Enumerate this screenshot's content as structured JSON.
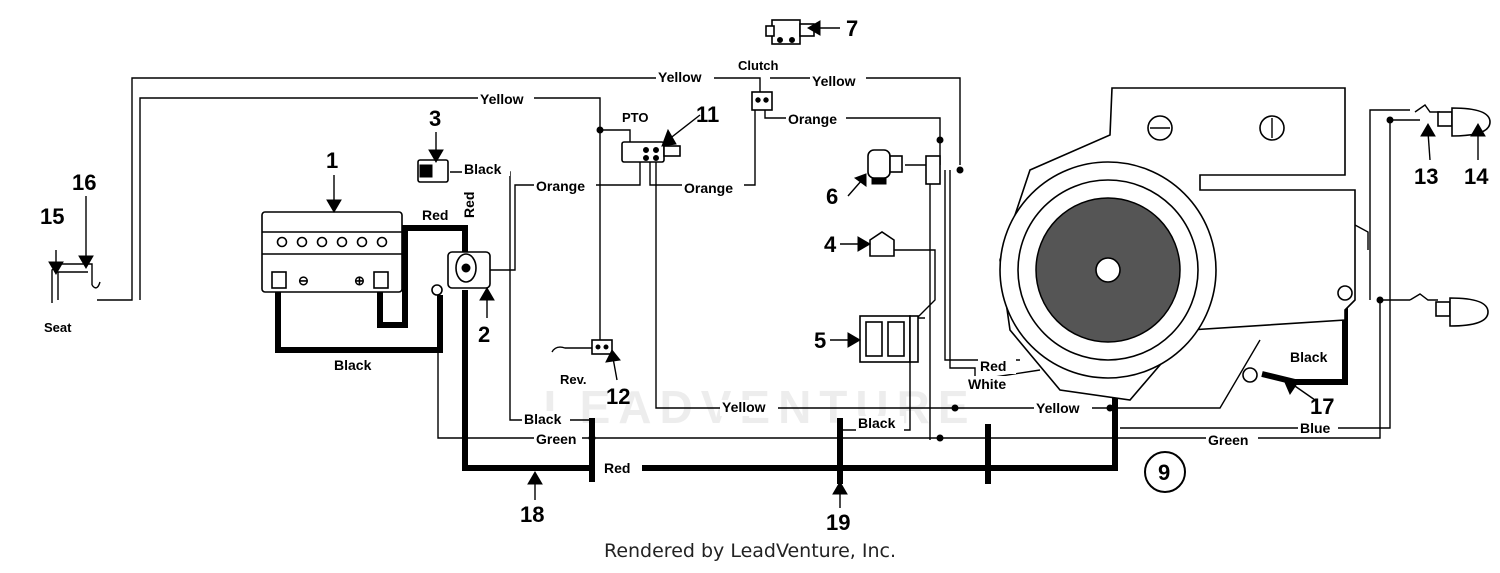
{
  "diagram": {
    "callouts": {
      "c1": "1",
      "c2": "2",
      "c3": "3",
      "c4": "4",
      "c5": "5",
      "c6": "6",
      "c7": "7",
      "c9": "9",
      "c11": "11",
      "c12": "12",
      "c13": "13",
      "c14": "14",
      "c15": "15",
      "c16": "16",
      "c17": "17",
      "c18": "18",
      "c19": "19"
    },
    "component_labels": {
      "seat": "Seat",
      "clutch": "Clutch",
      "pto": "PTO",
      "rev": "Rev."
    },
    "wire_labels": {
      "yellow_top": "Yellow",
      "yellow_clutch": "Yellow",
      "yellow_seat": "Yellow",
      "orange_top": "Orange",
      "orange_left": "Orange",
      "orange_pto": "Orange",
      "black_3": "Black",
      "red_solenoid": "Red",
      "red_vertical": "Red",
      "black_battery": "Black",
      "black_bottom": "Black",
      "black_mid": "Black",
      "black_stator": "Black",
      "green_left": "Green",
      "green_right": "Green",
      "red_harness": "Red",
      "yellow_bottom_mid": "Yellow",
      "yellow_bottom_right": "Yellow",
      "red_engine": "Red",
      "white_engine": "White",
      "blue": "Blue"
    },
    "credit": "Rendered by LeadVenture, Inc.",
    "watermark": "LEADVENTURE"
  }
}
